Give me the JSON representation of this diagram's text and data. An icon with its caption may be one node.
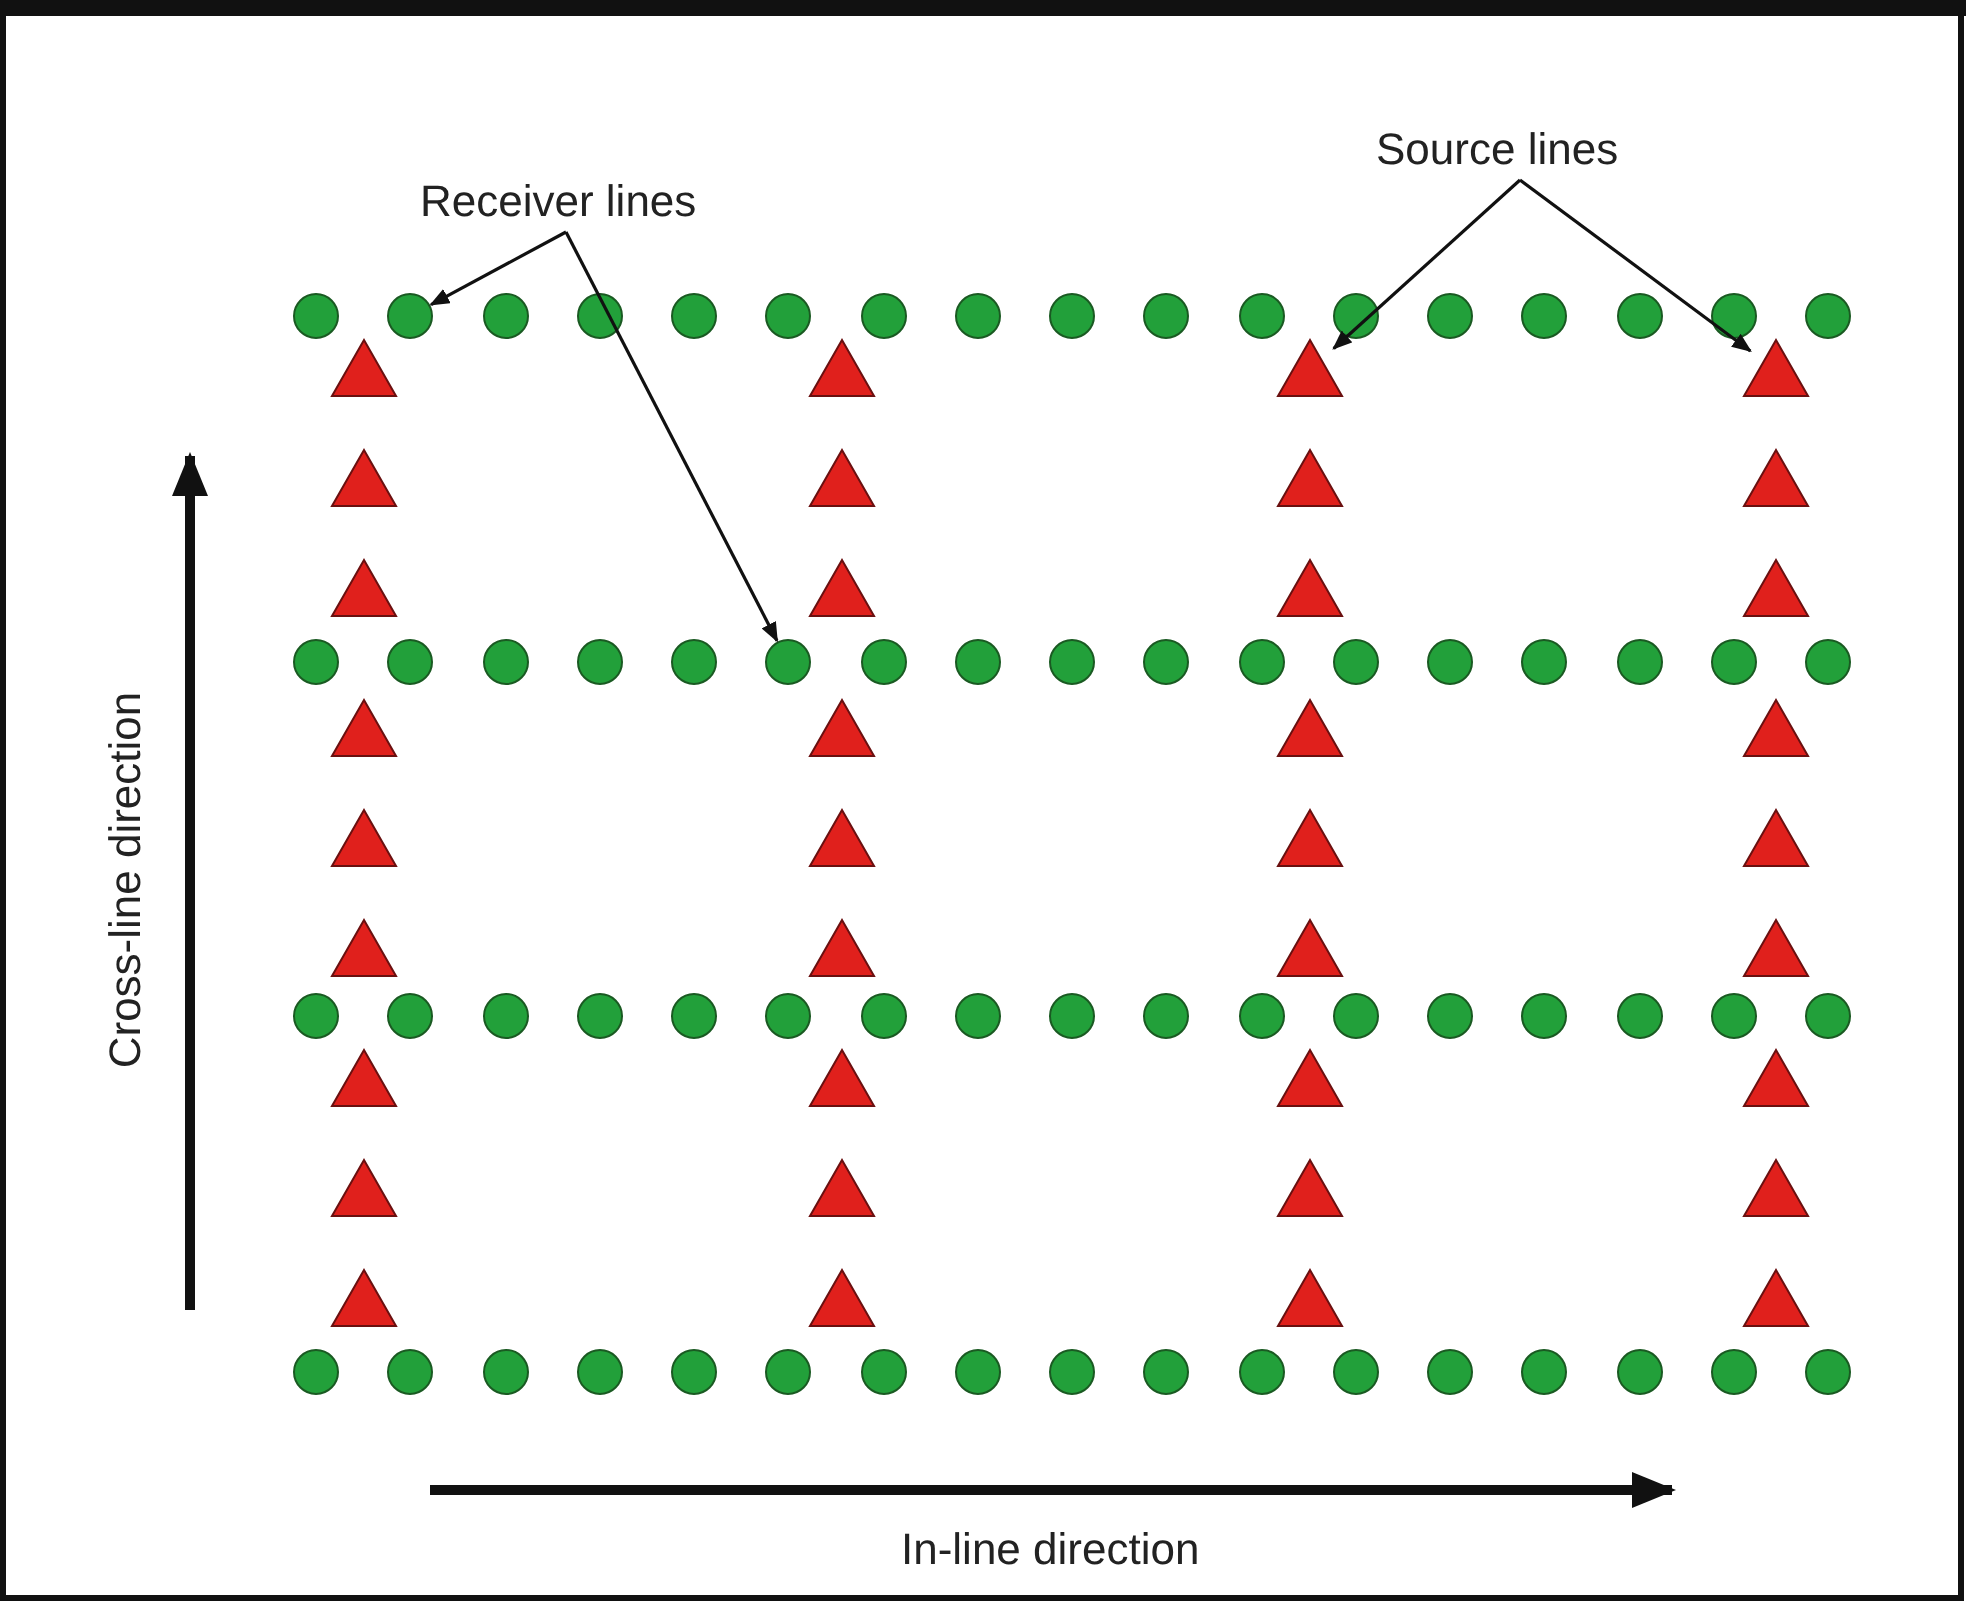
{
  "diagram": {
    "nodes": [
      {
        "text": [
          "Receiver lines"
        ]
      },
      {
        "text": [
          "Source lines"
        ]
      },
      {
        "text": [],
        "shape": "circle"
      },
      {
        "text": [],
        "shape": "circle"
      },
      {
        "text": [],
        "shape": "circle"
      },
      {
        "text": [],
        "shape": "circle"
      },
      {
        "text": [],
        "shape": "circle"
      },
      {
        "text": [],
        "shape": "circle"
      },
      {
        "text": [],
        "shape": "circle"
      },
      {
        "text": [],
        "shape": "circle"
      },
      {
        "text": [],
        "shape": "circle"
      },
      {
        "text": [],
        "shape": "circle"
      },
      {
        "text": [],
        "shape": "circle"
      },
      {
        "text": [],
        "shape": "circle"
      },
      {
        "text": [],
        "shape": "circle"
      },
      {
        "text": [],
        "shape": "circle"
      },
      {
        "text": [],
        "shape": "circle"
      },
      {
        "text": [],
        "shape": "circle"
      },
      {
        "text": [],
        "shape": "circle"
      },
      {
        "text": [],
        "shape": "triangle"
      },
      {
        "text": [],
        "shape": "triangle"
      },
      {
        "text": [],
        "shape": "triangle"
      },
      {
        "text": [],
        "shape": "triangle"
      },
      {
        "text": [],
        "shape": "triangle"
      },
      {
        "text": [],
        "shape": "triangle"
      },
      {
        "text": [],
        "shape": "triangle"
      },
      {
        "text": [],
        "shape": "triangle"
      },
      {
        "text": [],
        "shape": "triangle"
      },
      {
        "text": [],
        "shape": "triangle"
      },
      {
        "text": [],
        "shape": "triangle"
      },
      {
        "text": [],
        "shape": "triangle"
      },
      {
        "text": [],
        "shape": "circle"
      },
      {
        "text": [],
        "shape": "circle"
      },
      {
        "text": [],
        "shape": "circle"
      },
      {
        "text": [],
        "shape": "circle"
      },
      {
        "text": [],
        "shape": "circle"
      },
      {
        "text": [],
        "shape": "circle"
      },
      {
        "text": [],
        "shape": "circle"
      },
      {
        "text": [],
        "shape": "circle"
      },
      {
        "text": [],
        "shape": "circle"
      },
      {
        "text": [],
        "shape": "circle"
      },
      {
        "text": [],
        "shape": "circle"
      },
      {
        "text": [],
        "shape": "circle"
      },
      {
        "text": [],
        "shape": "circle"
      },
      {
        "text": [],
        "shape": "circle"
      },
      {
        "text": [],
        "shape": "circle"
      },
      {
        "text": [],
        "shape": "circle"
      },
      {
        "text": [],
        "shape": "circle"
      },
      {
        "text": [],
        "shape": "triangle"
      },
      {
        "text": [],
        "shape": "triangle"
      },
      {
        "text": [],
        "shape": "triangle"
      },
      {
        "text": [],
        "shape": "triangle"
      },
      {
        "text": [],
        "shape": "triangle"
      },
      {
        "text": [],
        "shape": "triangle"
      },
      {
        "text": [],
        "shape": "triangle"
      },
      {
        "text": [],
        "shape": "triangle"
      },
      {
        "text": [],
        "shape": "triangle"
      },
      {
        "text": [],
        "shape": "triangle"
      },
      {
        "text": [],
        "shape": "triangle"
      },
      {
        "text": [],
        "shape": "triangle"
      },
      {
        "text": [],
        "shape": "circle"
      },
      {
        "text": [],
        "shape": "circle"
      },
      {
        "text": [],
        "shape": "circle"
      },
      {
        "text": [],
        "shape": "circle"
      },
      {
        "text": [],
        "shape": "circle"
      },
      {
        "text": [],
        "shape": "circle"
      },
      {
        "text": [],
        "shape": "circle"
      },
      {
        "text": [],
        "shape": "circle"
      },
      {
        "text": [],
        "shape": "circle"
      },
      {
        "text": [],
        "shape": "circle"
      },
      {
        "text": [],
        "shape": "circle"
      },
      {
        "text": [],
        "shape": "circle"
      },
      {
        "text": [],
        "shape": "circle"
      },
      {
        "text": [],
        "shape": "circle"
      },
      {
        "text": [],
        "shape": "circle"
      },
      {
        "text": [],
        "shape": "circle"
      },
      {
        "text": [],
        "shape": "circle"
      },
      {
        "text": [],
        "shape": "triangle"
      },
      {
        "text": [],
        "shape": "triangle"
      },
      {
        "text": [],
        "shape": "triangle"
      },
      {
        "text": [],
        "shape": "triangle"
      },
      {
        "text": [],
        "shape": "triangle"
      },
      {
        "text": [],
        "shape": "triangle"
      },
      {
        "text": [],
        "shape": "triangle"
      },
      {
        "text": [],
        "shape": "triangle"
      },
      {
        "text": [],
        "shape": "triangle"
      },
      {
        "text": [],
        "shape": "triangle"
      },
      {
        "text": [],
        "shape": "triangle"
      },
      {
        "text": [],
        "shape": "triangle"
      },
      {
        "text": [],
        "shape": "circle"
      },
      {
        "text": [],
        "shape": "circle"
      },
      {
        "text": [],
        "shape": "circle"
      },
      {
        "text": [],
        "shape": "circle"
      },
      {
        "text": [],
        "shape": "circle"
      },
      {
        "text": [],
        "shape": "circle"
      },
      {
        "text": [],
        "shape": "circle"
      },
      {
        "text": [],
        "shape": "circle"
      },
      {
        "text": [],
        "shape": "circle"
      },
      {
        "text": [],
        "shape": "circle"
      },
      {
        "text": [],
        "shape": "circle"
      },
      {
        "text": [],
        "shape": "circle"
      },
      {
        "text": [],
        "shape": "circle"
      },
      {
        "text": [],
        "shape": "circle"
      },
      {
        "text": [],
        "shape": "circle"
      },
      {
        "text": [],
        "shape": "circle"
      },
      {
        "text": [],
        "shape": "circle"
      }
    ],
    "edges": [
      {
        "from": 0,
        "to": 3,
        "arrow": "to"
      },
      {
        "from": 0,
        "to": 36,
        "arrow": "to"
      },
      {
        "from": 1,
        "to": 21,
        "arrow": "to"
      },
      {
        "from": 1,
        "to": 22,
        "arrow": "to"
      }
    ],
    "labels": [
      "Cross-line direction",
      "In-line direction"
    ]
  }
}
